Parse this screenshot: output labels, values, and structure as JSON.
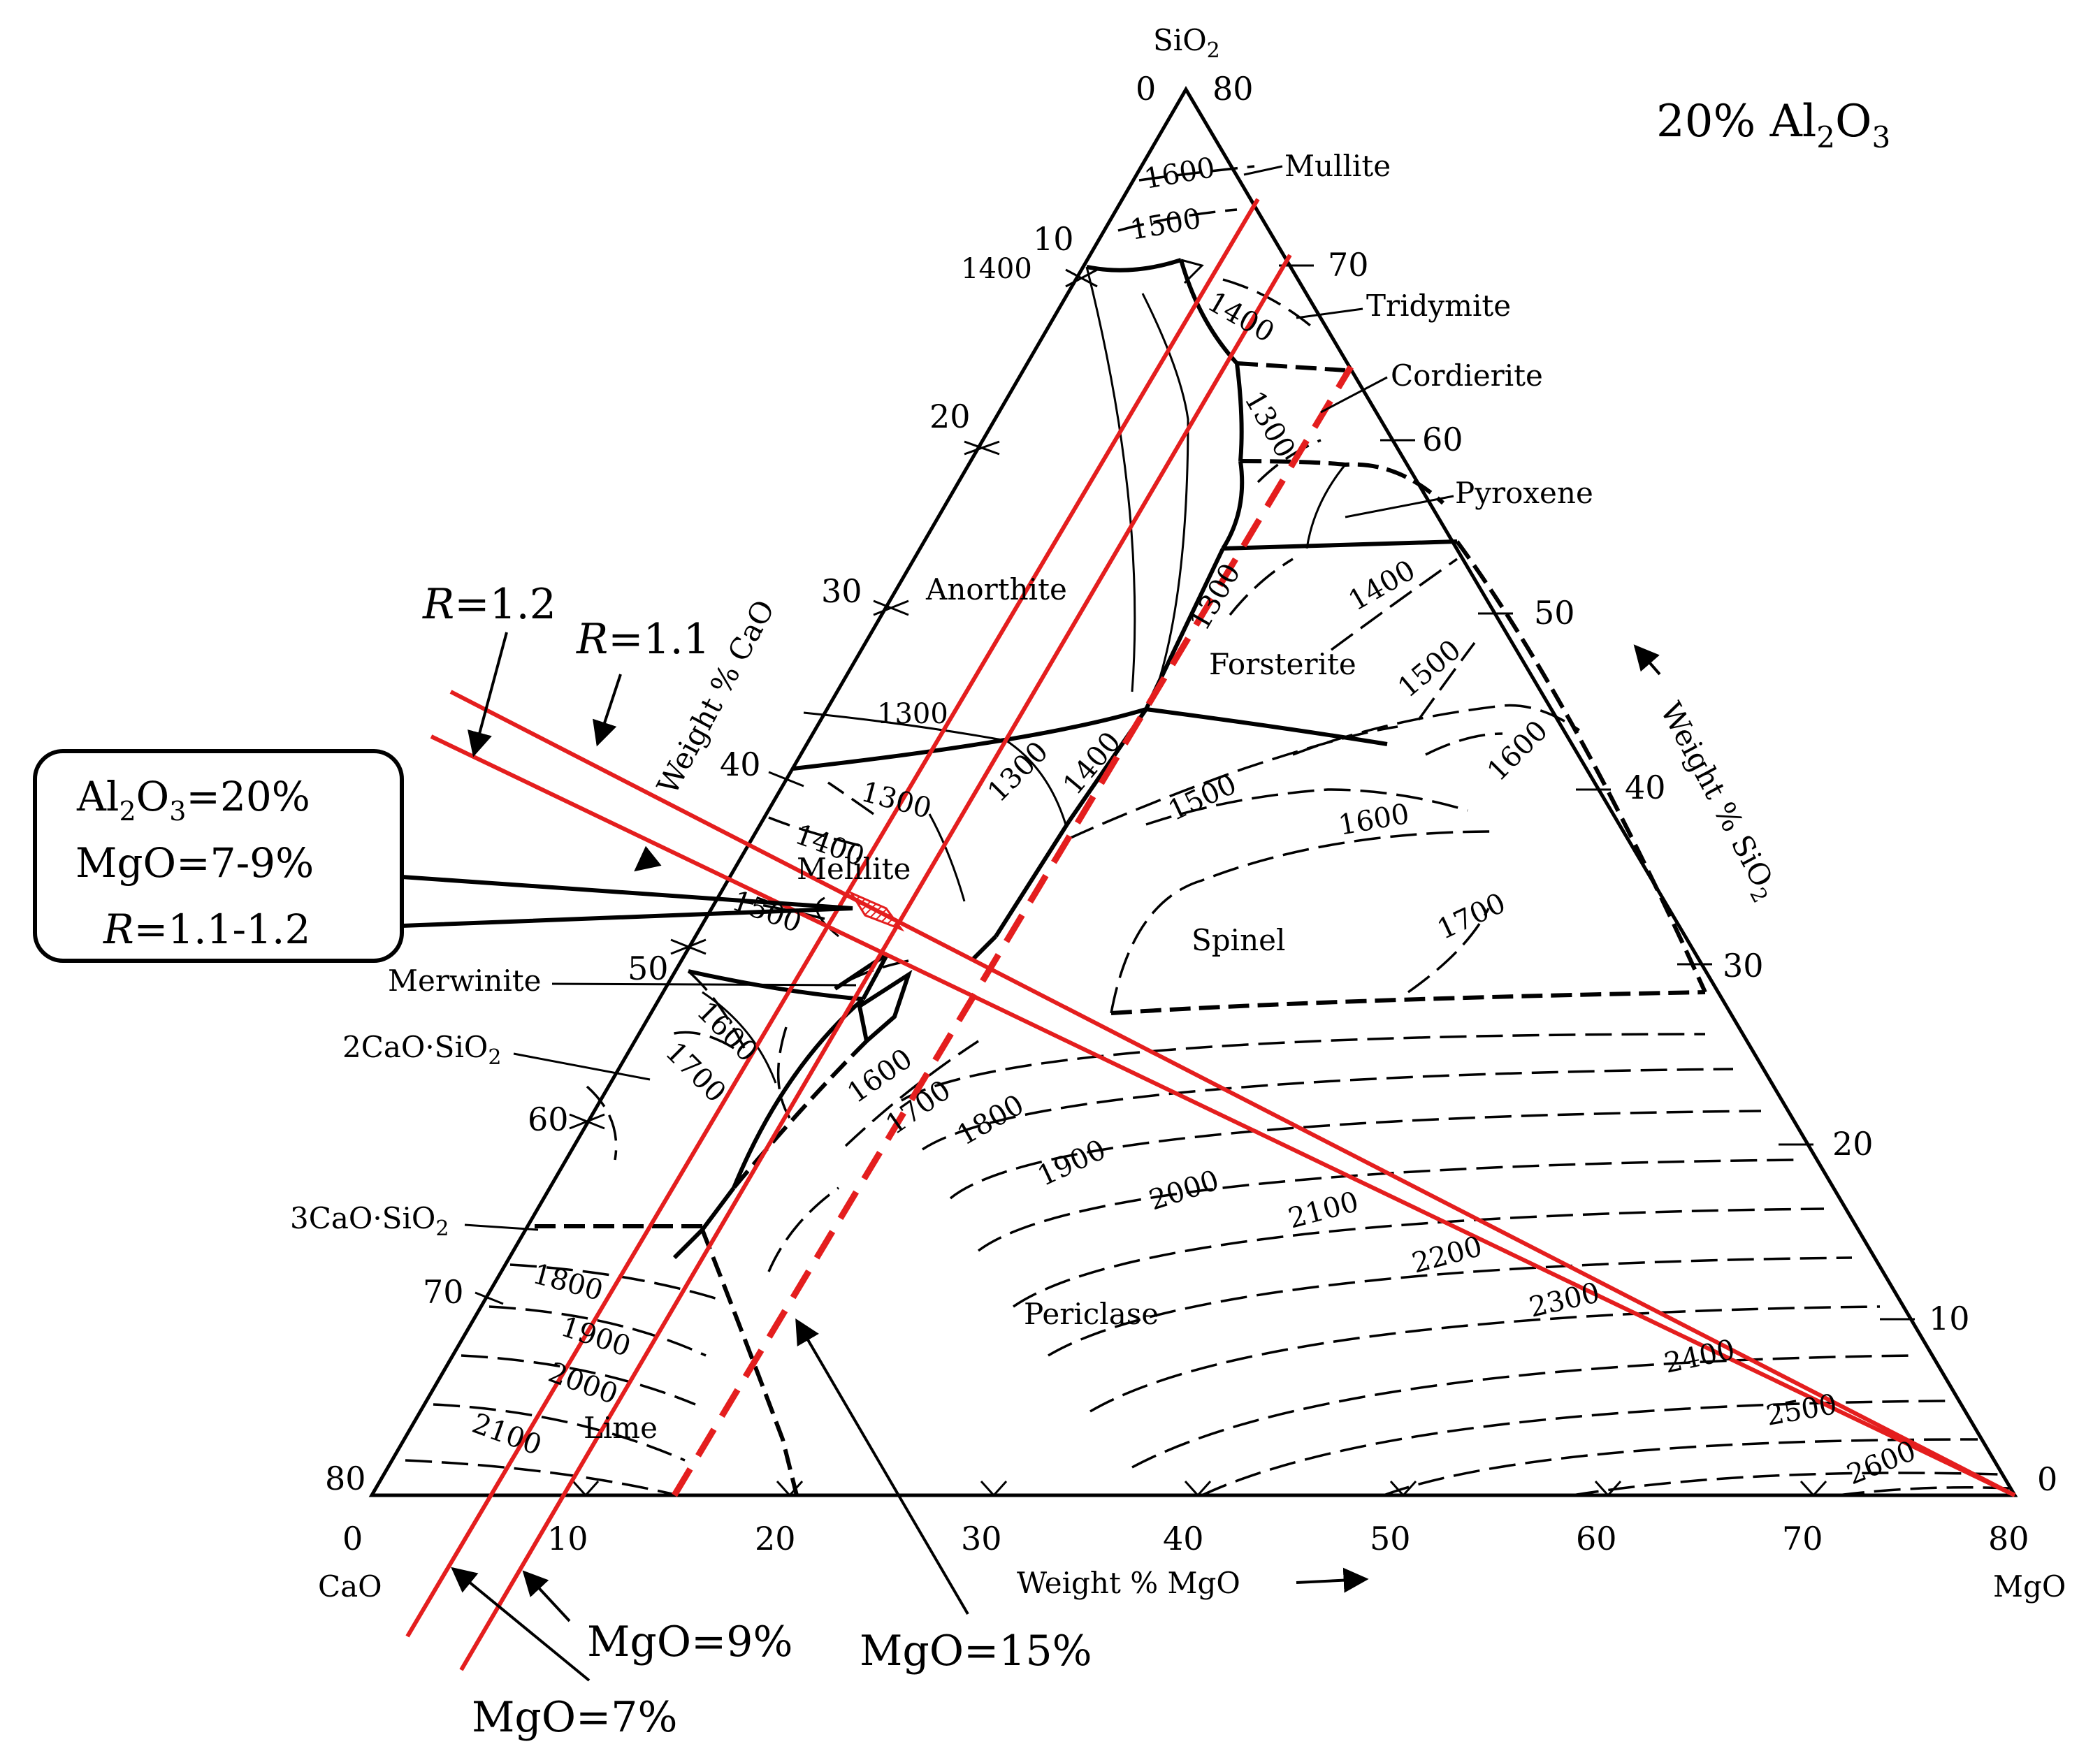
{
  "title": {
    "prefix": "20% Al",
    "sub2": "2",
    "mid": "O",
    "sub3": "3"
  },
  "apex": {
    "top": "SiO",
    "top_sub": "2",
    "left": "CaO",
    "right": "MgO"
  },
  "axis_titles": {
    "cao": "Weight % CaO",
    "sio2": "Weight % SiO",
    "sio2_sub": "2",
    "mgo": "Weight % MgO"
  },
  "ticks": {
    "bottom": [
      "0",
      "10",
      "20",
      "30",
      "40",
      "50",
      "60",
      "70",
      "80"
    ],
    "left": [
      "0",
      "10",
      "20",
      "30",
      "40",
      "50",
      "60",
      "70",
      "80"
    ],
    "right": [
      "80",
      "70",
      "60",
      "50",
      "40",
      "30",
      "20",
      "10",
      "0"
    ]
  },
  "phases": {
    "mullite": "Mullite",
    "tridymite": "Tridymite",
    "cordierite": "Cordierite",
    "pyroxene": "Pyroxene",
    "anorthite": "Anorthite",
    "forsterite": "Forsterite",
    "melilite": "Melilite",
    "spinel": "Spinel",
    "merwinite": "Merwinite",
    "c2s": "2CaO·SiO",
    "c2s_sub": "2",
    "c3s": "3CaO·SiO",
    "c3s_sub": "2",
    "periclase": "Periclase",
    "lime": "Lime"
  },
  "isotherms": {
    "i1600a": "1600",
    "i1500a": "1500",
    "i1400a": "1400",
    "i1400b": "1400",
    "i1300a": "1300",
    "i1300b": "1300",
    "i1300c": "1300",
    "i1300d": "1300",
    "i1300e": "1300",
    "i1400c": "1400",
    "i1500b": "1500",
    "i1600b": "1600",
    "i1500c": "1500",
    "i1400d": "1400",
    "i1400e": "1400",
    "i1500d": "1500",
    "i1600c": "1600",
    "i1700a": "1700",
    "i1600d": "1600",
    "i1700b": "1700",
    "i1600e": "1600",
    "i1700c": "1700",
    "i1800a": "1800",
    "i1900a": "1900",
    "i2000a": "2000",
    "i2100a": "2100",
    "i2200a": "2200",
    "i2300a": "2300",
    "i2400a": "2400",
    "i2500a": "2500",
    "i2600a": "2600",
    "i1800b": "1800",
    "i1900b": "1900",
    "i2000b": "2000",
    "i2100b": "2100"
  },
  "annotations": {
    "r12": {
      "var": "R",
      "val": "=1.2"
    },
    "r11": {
      "var": "R",
      "val": "=1.1"
    },
    "box": {
      "l1a": "Al",
      "l1s2": "2",
      "l1b": "O",
      "l1s3": "3",
      "l1c": "=20%",
      "l2": "MgO=7-9%",
      "l3var": "R",
      "l3": "=1.1-1.2"
    },
    "mgo9": "MgO=9%",
    "mgo7": "MgO=7%",
    "mgo15": "MgO=15%"
  },
  "colors": {
    "accent_red": "#e41e1e",
    "ink": "#000000"
  }
}
